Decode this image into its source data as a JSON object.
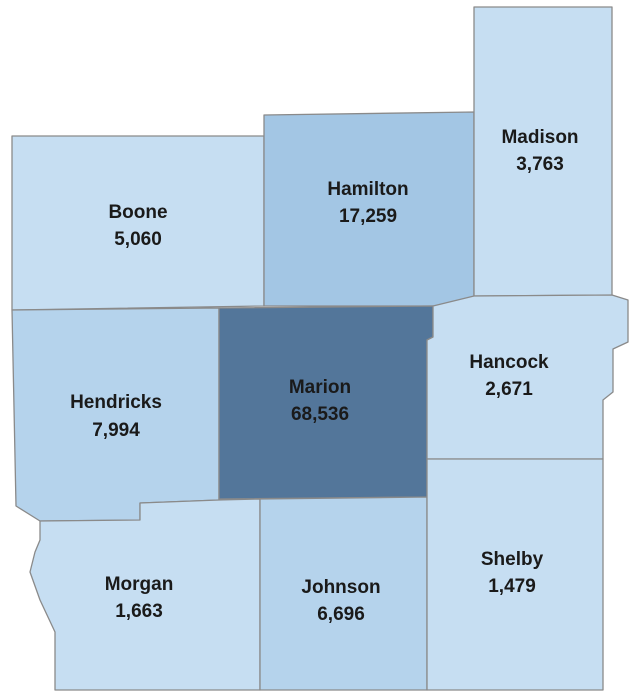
{
  "map": {
    "colors": {
      "light": "#c6def2",
      "medium": "#b5d3ec",
      "mid_dark": "#a3c6e4",
      "dark": "#53769a",
      "border": "#8a8a8a"
    },
    "counties": [
      {
        "id": "boone",
        "name": "Boone",
        "value": "5,060",
        "fill_level": "light"
      },
      {
        "id": "hamilton",
        "name": "Hamilton",
        "value": "17,259",
        "fill_level": "mid_dark"
      },
      {
        "id": "madison",
        "name": "Madison",
        "value": "3,763",
        "fill_level": "light"
      },
      {
        "id": "hendricks",
        "name": "Hendricks",
        "value": "7,994",
        "fill_level": "medium"
      },
      {
        "id": "marion",
        "name": "Marion",
        "value": "68,536",
        "fill_level": "dark"
      },
      {
        "id": "hancock",
        "name": "Hancock",
        "value": "2,671",
        "fill_level": "light"
      },
      {
        "id": "morgan",
        "name": "Morgan",
        "value": "1,663",
        "fill_level": "light"
      },
      {
        "id": "johnson",
        "name": "Johnson",
        "value": "6,696",
        "fill_level": "medium"
      },
      {
        "id": "shelby",
        "name": "Shelby",
        "value": "1,479",
        "fill_level": "light"
      }
    ]
  }
}
